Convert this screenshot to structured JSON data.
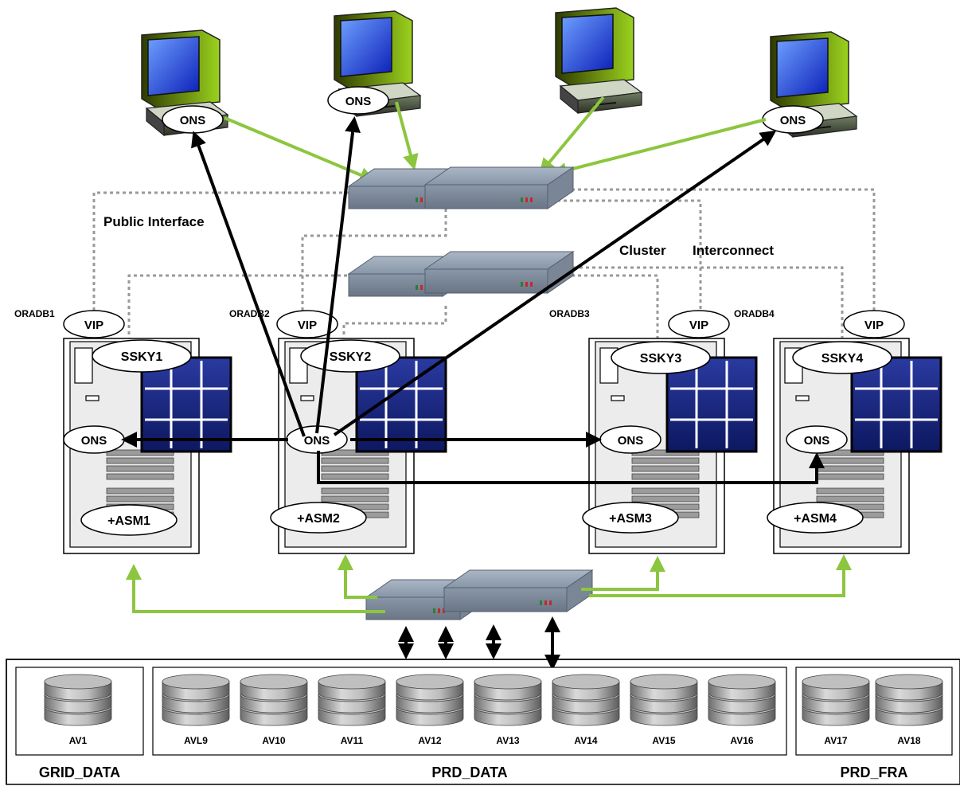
{
  "labels": {
    "public_interface": "Public Interface",
    "cluster": "Cluster",
    "interconnect": "Interconnect"
  },
  "clients": [
    {
      "ons": "ONS"
    },
    {
      "ons": "ONS"
    },
    {
      "ons": ""
    },
    {
      "ons": "ONS"
    }
  ],
  "nodes": [
    {
      "host": "ORADB1",
      "vip": "VIP",
      "instance": "SSKY1",
      "ons": "ONS",
      "asm": "+ASM1"
    },
    {
      "host": "ORADB2",
      "vip": "VIP",
      "instance": "SSKY2",
      "ons": "ONS",
      "asm": "+ASM2"
    },
    {
      "host": "ORADB3",
      "vip": "VIP",
      "instance": "SSKY3",
      "ons": "ONS",
      "asm": "+ASM3"
    },
    {
      "host": "ORADB4",
      "vip": "VIP",
      "instance": "SSKY4",
      "ons": "ONS",
      "asm": "+ASM4"
    }
  ],
  "storage": {
    "groups": [
      {
        "name": "GRID_DATA",
        "disks": [
          "AV1"
        ]
      },
      {
        "name": "PRD_DATA",
        "disks": [
          "AVL9",
          "AV10",
          "AV11",
          "AV12",
          "AV13",
          "AV14",
          "AV15",
          "AV16"
        ]
      },
      {
        "name": "PRD_FRA",
        "disks": [
          "AV17",
          "AV18"
        ]
      }
    ]
  },
  "colors": {
    "public_link": "#8cc63f",
    "interconnect_link": "#999999",
    "ons_arrow": "#000000",
    "switch": "#8c9aab",
    "cpu_panel": "#1c2a7a"
  }
}
